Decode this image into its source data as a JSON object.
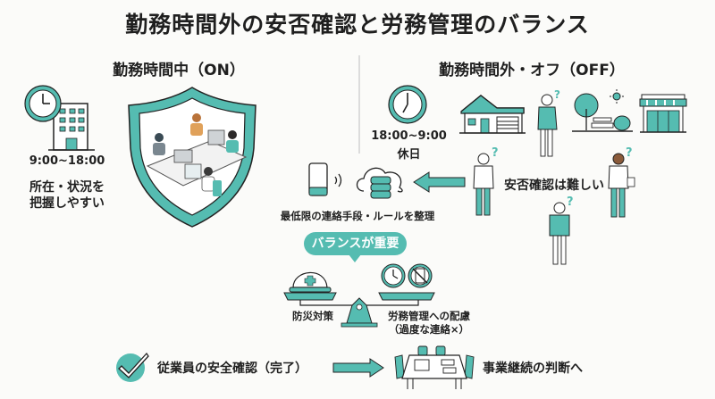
{
  "title": "勤務時間外の安否確認と労務管理のバランス",
  "colors": {
    "accent": "#55bcb1",
    "text": "#1f1f1f",
    "background": "#fbfbf9"
  },
  "on_section": {
    "heading": "勤務時間中（ON）",
    "hours": "9:00~18:00",
    "note_line1": "所在・状況を",
    "note_line2": "把握しやすい",
    "icons": [
      "clock-icon",
      "office-building-icon",
      "office-shield-illustration"
    ]
  },
  "off_section": {
    "heading": "勤務時間外・オフ（OFF）",
    "hours": "18:00~9:00",
    "days_off": "休日",
    "difficulty_label": "安否確認は難しい",
    "icons": [
      "clock-icon",
      "house-icon",
      "person-on-phone-icon",
      "park-icon",
      "sun-icon",
      "store-icon",
      "confused-person-icon"
    ]
  },
  "contact_flow": {
    "label": "最低限の連絡手段・ルールを整理",
    "icons": [
      "smartphone-icon",
      "signal-waves-icon",
      "cloud-database-icon",
      "arrow-left-icon"
    ]
  },
  "balance": {
    "badge": "バランスが重要",
    "left_label": "防災対策",
    "right_label_line1": "労務管理への配慮",
    "right_label_line2": "（過度な連絡×）",
    "icons": [
      "hard-hat-icon",
      "clock-icon",
      "no-phone-icon",
      "scale-icon"
    ]
  },
  "bottom_flow": {
    "step1": "従業員の安全確認（完了）",
    "step2": "事業継続の判断へ",
    "icons": [
      "check-circle-icon",
      "arrow-right-icon",
      "meeting-table-icon"
    ]
  }
}
